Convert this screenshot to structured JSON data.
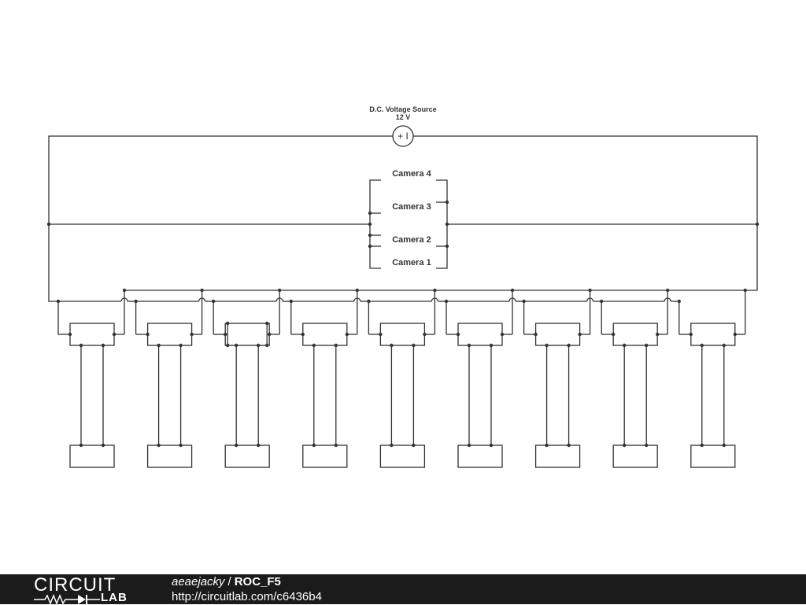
{
  "diagram": {
    "source": {
      "label": "D.C. Voltage Source",
      "value": "12 V",
      "symbol": "+ I"
    },
    "cameras": [
      {
        "label": "Camera 4"
      },
      {
        "label": "Camera 3"
      },
      {
        "label": "Camera 2"
      },
      {
        "label": "Camera 1"
      }
    ],
    "module_columns": 9,
    "colors": {
      "wire": "#333333",
      "background": "#ffffff",
      "footer": "#1b1b1b"
    }
  },
  "footer": {
    "logo_top": "CIRCUIT",
    "logo_bottom": "LAB",
    "author": "aeaejacky",
    "separator": "/",
    "design_name": "ROC_F5",
    "url": "http://circuitlab.com/c6436b4"
  }
}
